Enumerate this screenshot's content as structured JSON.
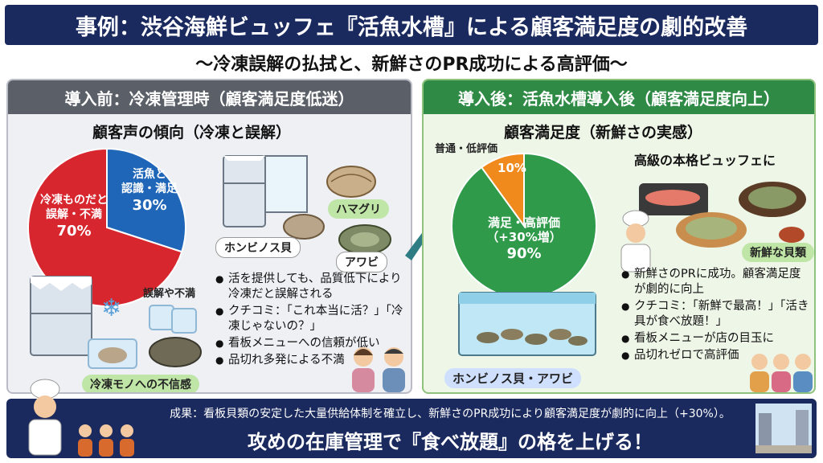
{
  "header": {
    "title": "事例：渋谷海鮮ビュッフェ『活魚水槽』による顧客満足度の劇的改善",
    "subtitle": "〜冷凍誤解の払拭と、新鮮さのPR成功による高評価〜"
  },
  "left_panel": {
    "heading": "導入前：冷凍管理時（顧客満足度低迷）",
    "chart_title": "顧客声の傾向（冷凍と誤解）",
    "tags": {
      "hamaguri": "ハマグリ",
      "honbinosu": "ホンビノス貝",
      "awabi": "アワビ",
      "gokai": "誤解や不満",
      "distrust": "冷凍モノへの不信感"
    },
    "bullets": [
      "活を提供しても、品質低下により冷凍だと誤解される",
      "クチコミ：「これ本当に活？」「冷凍じゃないの？」",
      "看板メニューへの信頼が低い",
      "品切れ多発による不満"
    ]
  },
  "right_panel": {
    "heading": "導入後：活魚水槽導入後（顧客満足度向上）",
    "chart_title": "顧客満足度（新鮮さの実感）",
    "buffet_caption": "高級の本格ビュッフェに",
    "tags": {
      "shellfish": "新鮮な貝類",
      "tank": "ホンビノス貝・アワビ"
    },
    "bullets": [
      "新鮮さのPRに成功。顧客満足度が劇的に向上",
      "クチコミ：「新鮮で最高！」「活き具が食べ放題！」",
      "看板メニューが店の目玉に",
      "品切れゼロで高評価"
    ]
  },
  "footer": {
    "result": "成果：看板貝類の安定した大量供給体制を確立し、新鮮さのPR成功により顧客満足度が劇的に向上（+30%）。",
    "slogan": "攻めの在庫管理で『食べ放題』の格を上げる！"
  },
  "colors": {
    "navy": "#1b2a5e",
    "before_red": "#d7262e",
    "before_blue": "#1f66b8",
    "after_green": "#2e9a4a",
    "after_orange": "#f08a1c"
  },
  "chart_data": [
    {
      "type": "pie",
      "title": "顧客声の傾向（冷凍と誤解）",
      "slices": [
        {
          "label_lines": [
            "冷凍ものだと",
            "誤解・不満"
          ],
          "value": 70,
          "value_label": "70%"
        },
        {
          "label_lines": [
            "活魚と",
            "認識・満足"
          ],
          "value": 30,
          "value_label": "30%"
        }
      ]
    },
    {
      "type": "pie",
      "title": "顧客満足度（新鮮さの実感）",
      "slices": [
        {
          "label_lines": [
            "満足・高評価",
            "（+30%増）"
          ],
          "value": 90,
          "value_label": "90%"
        },
        {
          "label_lines": [
            "普通・低評価"
          ],
          "value": 10,
          "value_label": "10%"
        }
      ]
    }
  ]
}
